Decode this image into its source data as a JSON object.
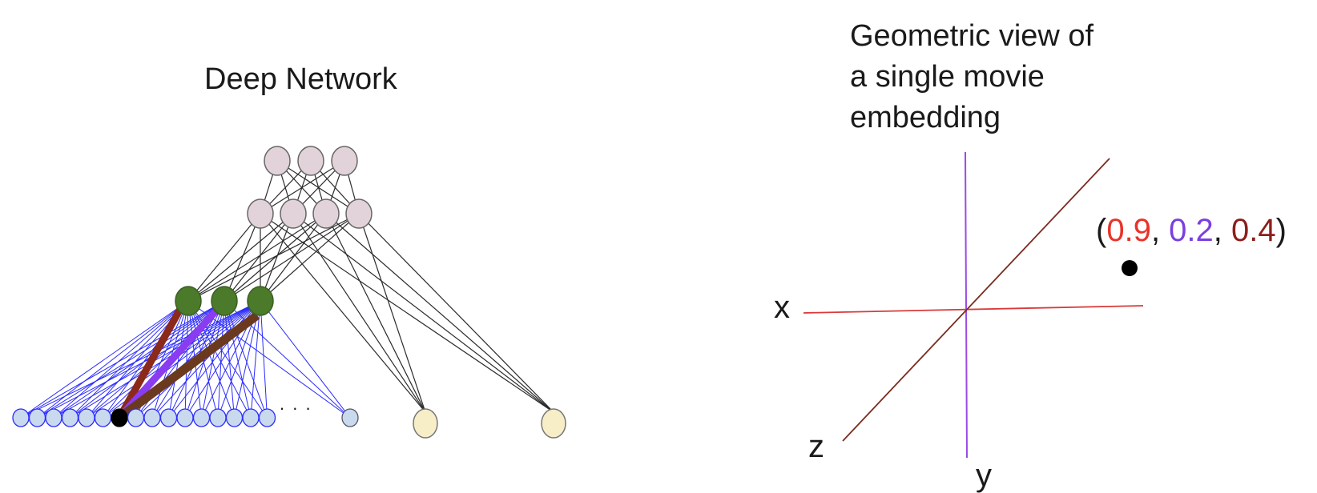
{
  "left_panel": {
    "title": "Deep Network",
    "ellipsis": ". . .",
    "colors": {
      "output_node": "#e2d3da",
      "hidden_node": "#e2d3da",
      "embedding_node": "#4a7a2a",
      "input_node": "#c9d9ee",
      "input_active": "#000000",
      "side_input_node": "#f7eec7",
      "input_edges": "#2a2aff",
      "dense_edges": "#2b2b2b",
      "weight_x": "#8b2a1a",
      "weight_y": "#8a3cf0",
      "weight_z": "#6b3a1e"
    }
  },
  "right_panel": {
    "title_lines": [
      "Geometric view of",
      "a single movie",
      "embedding"
    ],
    "axes": {
      "x": {
        "label": "x",
        "color": "#d93a3a"
      },
      "y": {
        "label": "y",
        "color": "#9b4ae6"
      },
      "z": {
        "label": "z",
        "color": "#7a2b1e"
      }
    },
    "point": {
      "open": "(",
      "close": ")",
      "sep": ", ",
      "x_value": "0.9",
      "y_value": "0.2",
      "z_value": "0.4",
      "x_color": "#e8332a",
      "y_color": "#7b3fe0",
      "z_color": "#8b1f1a",
      "dot_color": "#000000"
    }
  }
}
